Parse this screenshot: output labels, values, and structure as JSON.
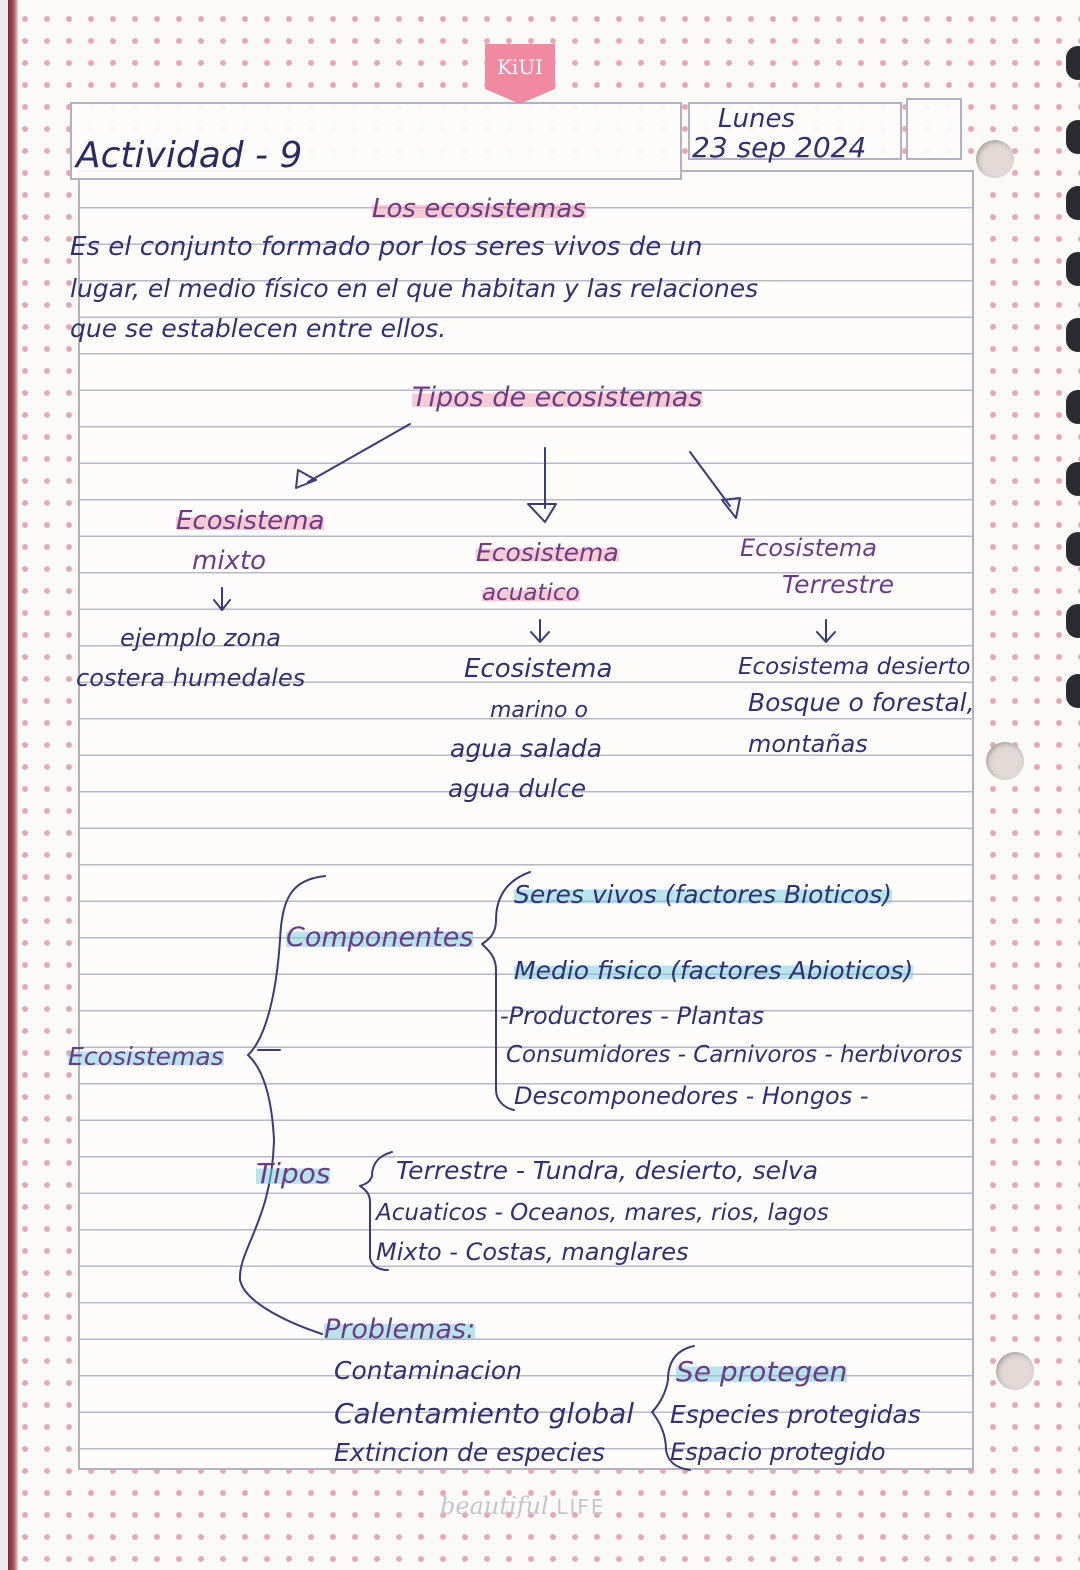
{
  "header": {
    "brand_tab": "KiUI",
    "activity": "Actividad - 9",
    "day": "Lunes",
    "date": "23 sep 2024"
  },
  "intro": {
    "title": "Los ecosistemas",
    "lines": [
      "Es el conjunto formado por los seres vivos de un",
      "lugar, el medio físico en el que habitan y las relaciones",
      "que se establecen entre ellos."
    ]
  },
  "types_map": {
    "title": "Tipos de ecosistemas",
    "mixto": {
      "label_1": "Ecosistema",
      "label_2": "mixto",
      "example_1": "ejemplo zona",
      "example_2": "costera humedales"
    },
    "acuatico": {
      "label_1": "Ecosistema",
      "label_2": "acuatico",
      "sub_1": "Ecosistema",
      "sub_2": "marino o",
      "sub_3": "agua salada",
      "sub_4": "agua dulce"
    },
    "terrestre": {
      "label_1": "Ecosistema",
      "label_2": "Terrestre",
      "sub_1": "Ecosistema desierto",
      "sub_2": "Bosque o forestal,",
      "sub_3": "montañas"
    }
  },
  "summary": {
    "root": "Ecosistemas",
    "componentes": {
      "label": "Componentes",
      "items": [
        "Seres vivos (factores Bioticos)",
        "Medio fisico (factores Abioticos)",
        "-Productores - Plantas",
        "Consumidores - Carnivoros - herbivoros",
        "Descomponedores - Hongos -"
      ]
    },
    "tipos": {
      "label": "Tipos",
      "items": [
        "Terrestre - Tundra, desierto, selva",
        "Acuaticos - Oceanos, mares, rios, lagos",
        "Mixto - Costas, manglares"
      ]
    },
    "problemas": {
      "label": "Problemas:",
      "items": [
        "Contaminacion",
        "Calentamiento global",
        "Extincion de especies"
      ]
    },
    "proteccion": {
      "label": "Se protegen",
      "items": [
        "Especies protegidas",
        "Espacio protegido"
      ]
    }
  },
  "footer": {
    "brand_script": "beautiful",
    "brand_caps": "LIFE"
  }
}
